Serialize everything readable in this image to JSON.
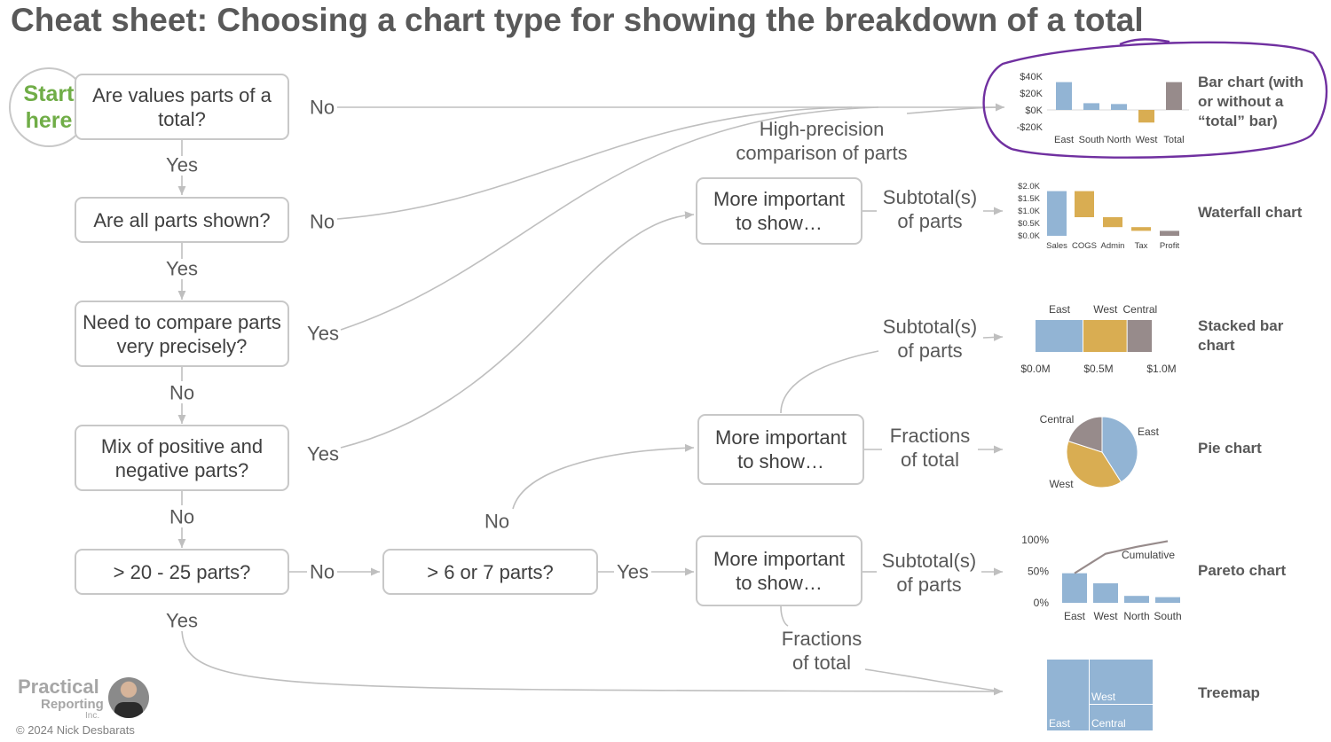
{
  "title": "Cheat sheet: Choosing a chart type for showing the breakdown of a total",
  "start": "Start here",
  "questions": {
    "q1": "Are values parts of a total?",
    "q2": "Are all parts shown?",
    "q3": "Need to compare parts very precisely?",
    "q4": "Mix of positive and negative parts?",
    "q5": "> 20 - 25 parts?",
    "q6": "> 6 or 7 parts?",
    "m1": "More important to show…",
    "m2": "More important to show…",
    "m3": "More important to show…"
  },
  "edge_labels": {
    "q1_no": "No",
    "q1_yes": "Yes",
    "q2_no": "No",
    "q2_yes": "Yes",
    "q3_yes": "Yes",
    "q3_no": "No",
    "q4_yes": "Yes",
    "q4_no": "No",
    "q5_no": "No",
    "q5_yes": "Yes",
    "q6_no": "No",
    "q6_yes": "Yes",
    "high_precision": "High-precision comparison of parts",
    "m1_subtotals": "Subtotal(s) of parts",
    "m2_subtotals": "Subtotal(s) of parts",
    "m2_fractions": "Fractions of total",
    "m3_subtotals": "Subtotal(s) of parts",
    "m3_fractions": "Fractions of total"
  },
  "chart_names": {
    "bar": "Bar chart (with or without a “total” bar)",
    "waterfall": "Waterfall chart",
    "stacked": "Stacked bar chart",
    "pie": "Pie chart",
    "pareto": "Pareto chart",
    "treemap": "Treemap"
  },
  "colors": {
    "blue": "#92b4d4",
    "gold": "#d9ad52",
    "gray": "#978b8b",
    "green": "#70ad47",
    "purple": "#7030a0",
    "connector": "#bfbfbf"
  },
  "chart_data": [
    {
      "type": "bar",
      "categories": [
        "East",
        "South",
        "North",
        "West",
        "Total"
      ],
      "values": [
        33000,
        8000,
        7000,
        -15000,
        33000
      ],
      "yticks": [
        "$40K",
        "$20K",
        "$0K",
        "-$20K"
      ],
      "ylim": [
        -20000,
        40000
      ]
    },
    {
      "type": "waterfall",
      "categories": [
        "Sales",
        "COGS",
        "Admin",
        "Tax",
        "Profit"
      ],
      "starts": [
        0,
        1.8,
        0.75,
        0.35,
        0
      ],
      "ends": [
        1.8,
        0.75,
        0.35,
        0.2,
        0.2
      ],
      "yticks": [
        "$2.0K",
        "$1.5K",
        "$1.0K",
        "$0.5K",
        "$0.0K"
      ],
      "ylim": [
        0,
        2.0
      ]
    },
    {
      "type": "bar",
      "orientation": "horizontal-stacked",
      "categories": [
        "East",
        "West",
        "Central"
      ],
      "values": [
        0.38,
        0.35,
        0.2
      ],
      "xticks": [
        "$0.0M",
        "$0.5M",
        "$1.0M"
      ],
      "xlim": [
        0,
        1.0
      ]
    },
    {
      "type": "pie",
      "categories": [
        "East",
        "West",
        "Central"
      ],
      "values": [
        41,
        39,
        20
      ]
    },
    {
      "type": "bar",
      "subtype": "pareto",
      "categories": [
        "East",
        "West",
        "North",
        "South"
      ],
      "values": [
        47,
        31,
        11,
        9
      ],
      "cumulative_label": "Cumulative",
      "cumulative": [
        47,
        78,
        89,
        98
      ],
      "yticks": [
        "100%",
        "50%",
        "0%"
      ],
      "ylim": [
        0,
        100
      ]
    },
    {
      "type": "treemap",
      "categories": [
        "East",
        "West",
        "Central"
      ],
      "values": [
        0.38,
        0.35,
        0.2
      ]
    }
  ],
  "footer": {
    "logo_line1": "Practical",
    "logo_line2": "Reporting",
    "logo_line3": "Inc.",
    "copyright": "© 2024 Nick Desbarats"
  }
}
